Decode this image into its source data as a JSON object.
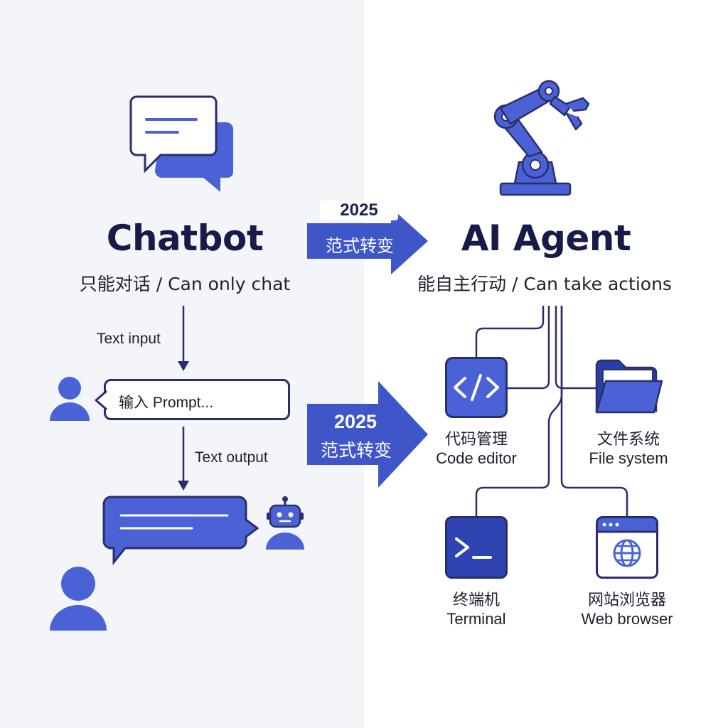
{
  "colors": {
    "accent": "#3f56c9",
    "accent_light": "#5b71e0",
    "navy": "#2a2f6b",
    "left_background": "#f3f5f8",
    "right_background": "#ffffff"
  },
  "chatbot": {
    "title": "Chatbot",
    "subtitle": "只能对话 / Can only chat",
    "icon": "chat-bubbles-icon",
    "input_label": "Text input",
    "prompt_placeholder": "输入 Prompt...",
    "output_label": "Text output",
    "user_icon": "user-icon",
    "bot_icon": "robot-head-icon"
  },
  "transition": {
    "top_arrow": {
      "year": "2025",
      "label": "范式转变"
    },
    "middle_arrow": {
      "year": "2025",
      "label": "范式转变"
    }
  },
  "agent": {
    "title": "AI Agent",
    "subtitle": "能自主行动 / Can take actions",
    "icon": "robotic-arm-icon",
    "tools": [
      {
        "cn": "代码管理",
        "en": "Code editor",
        "icon": "code-icon"
      },
      {
        "cn": "文件系统",
        "en": "File system",
        "icon": "folder-icon"
      },
      {
        "cn": "终端机",
        "en": "Terminal",
        "icon": "terminal-icon"
      },
      {
        "cn": "网站浏览器",
        "en": "Web browser",
        "icon": "browser-globe-icon"
      }
    ]
  }
}
